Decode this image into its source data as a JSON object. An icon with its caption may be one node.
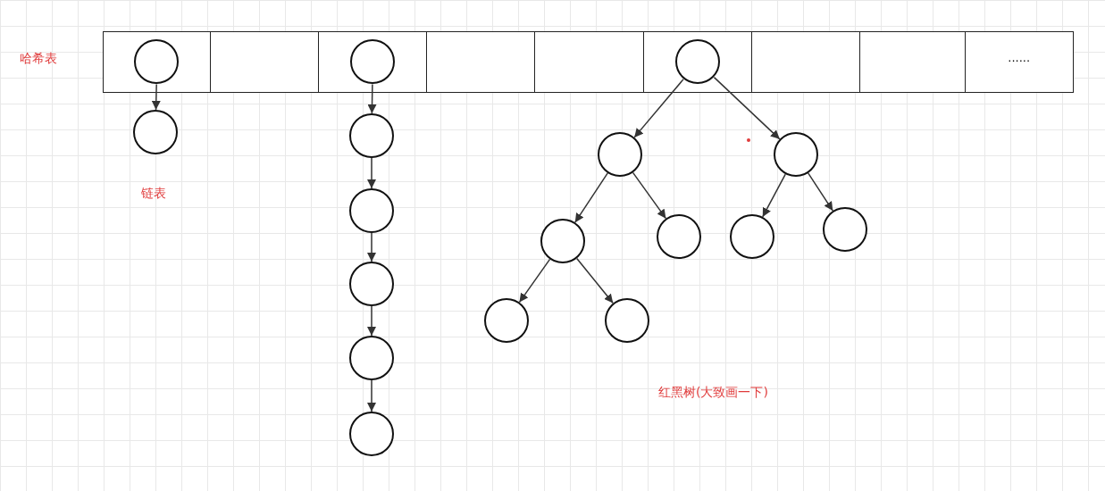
{
  "diagram": {
    "nodes": [
      {
        "text": [],
        "shape": "box"
      },
      {
        "text": [],
        "shape": "box"
      },
      {
        "text": [],
        "shape": "box"
      },
      {
        "text": [],
        "shape": "box"
      },
      {
        "text": [],
        "shape": "box"
      },
      {
        "text": [],
        "shape": "box"
      },
      {
        "text": [],
        "shape": "box"
      },
      {
        "text": [],
        "shape": "box"
      },
      {
        "text": [
          "......"
        ]
      },
      {
        "text": [],
        "shape": "circle",
        "in": 0
      },
      {
        "text": [],
        "shape": "circle",
        "in": 2
      },
      {
        "text": [],
        "shape": "circle",
        "in": 5
      },
      {
        "text": [],
        "shape": "circle"
      },
      {
        "text": [],
        "shape": "circle"
      },
      {
        "text": [],
        "shape": "circle"
      },
      {
        "text": [],
        "shape": "circle"
      },
      {
        "text": [],
        "shape": "circle"
      },
      {
        "text": [],
        "shape": "circle"
      },
      {
        "text": [],
        "shape": "circle"
      },
      {
        "text": [],
        "shape": "circle"
      },
      {
        "text": [],
        "shape": "circle"
      },
      {
        "text": [],
        "shape": "circle"
      },
      {
        "text": [],
        "shape": "circle"
      },
      {
        "text": [],
        "shape": "circle"
      },
      {
        "text": [],
        "shape": "circle"
      },
      {
        "text": [],
        "shape": "circle"
      }
    ],
    "edges": [
      {
        "from": 9,
        "to": 12,
        "arrow": "to"
      },
      {
        "from": 10,
        "to": 13,
        "arrow": "to"
      },
      {
        "from": 13,
        "to": 14,
        "arrow": "to"
      },
      {
        "from": 14,
        "to": 15,
        "arrow": "to"
      },
      {
        "from": 15,
        "to": 16,
        "arrow": "to"
      },
      {
        "from": 16,
        "to": 17,
        "arrow": "to"
      },
      {
        "from": 11,
        "to": 18,
        "arrow": "to"
      },
      {
        "from": 11,
        "to": 19,
        "arrow": "to"
      },
      {
        "from": 18,
        "to": 20,
        "arrow": "to"
      },
      {
        "from": 18,
        "to": 21,
        "arrow": "to"
      },
      {
        "from": 19,
        "to": 22,
        "arrow": "to"
      },
      {
        "from": 19,
        "to": 23,
        "arrow": "to"
      },
      {
        "from": 20,
        "to": 24,
        "arrow": "to"
      },
      {
        "from": 20,
        "to": 25,
        "arrow": "to"
      }
    ],
    "labels": [
      "哈希表",
      "链表",
      "红黑树(大致画一下)"
    ]
  }
}
